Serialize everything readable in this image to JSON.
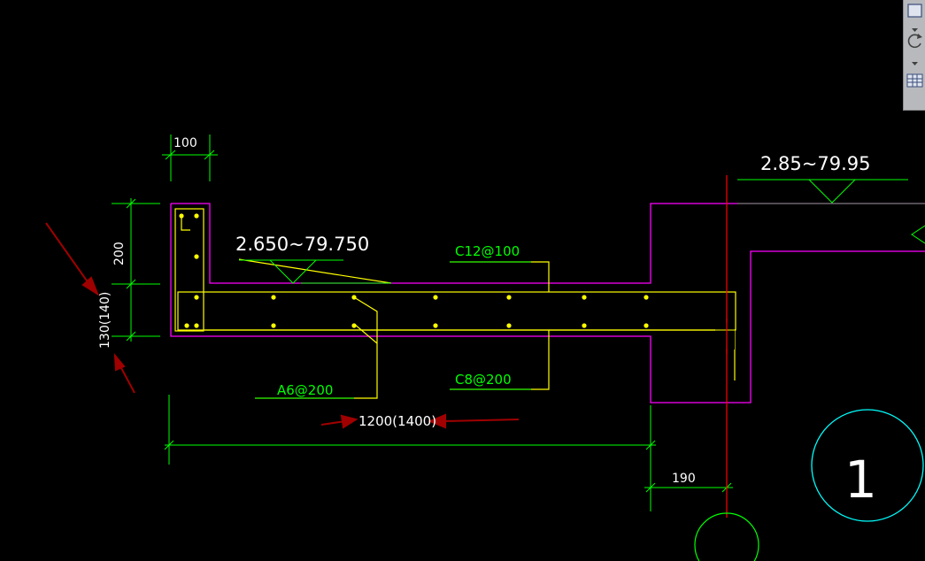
{
  "colors": {
    "background": "#000000",
    "outline": "#ff00ff",
    "concrete": "#ffff00",
    "dimension": "#00ff00",
    "label": "#00ff00",
    "text": "#ffffff",
    "axis": "#ff0000",
    "arrow": "#a00000",
    "bubble": "#00ffff"
  },
  "dimensions": {
    "top_width": "100",
    "vertical_upper": "200",
    "vertical_lower": "130(140)",
    "length": "1200(1400)",
    "wall": "190"
  },
  "levels": {
    "slab": "2.650~79.750",
    "floor": "2.85~79.95"
  },
  "rebar_labels": {
    "top": "C12@100",
    "bottom": "C8@200",
    "distribution": "A6@200"
  },
  "section_mark": "1",
  "toolbar": {
    "icons": [
      "select-icon",
      "rotate-icon",
      "grid-icon"
    ]
  }
}
